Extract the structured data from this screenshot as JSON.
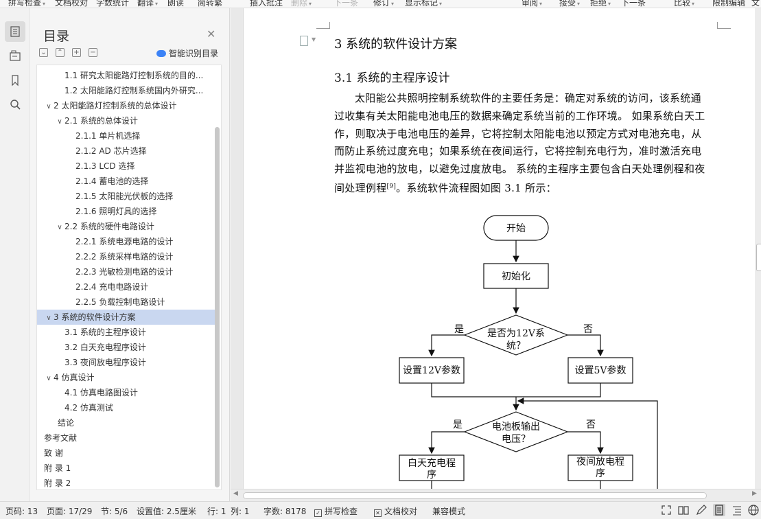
{
  "toolbar": {
    "items": [
      {
        "label": "拼写检查",
        "caret": true,
        "disabled": false
      },
      {
        "label": "文档校对",
        "caret": false,
        "disabled": false
      },
      {
        "label": "字数统计",
        "caret": false,
        "disabled": false
      },
      {
        "label": "翻译",
        "caret": true,
        "disabled": false
      },
      {
        "label": "朗读",
        "caret": false,
        "disabled": false
      },
      {
        "label": "简转繁",
        "caret": false,
        "disabled": false
      },
      {
        "label": "插入批注",
        "caret": false,
        "disabled": false
      },
      {
        "label": "删除",
        "caret": true,
        "disabled": true
      },
      {
        "label": "下一条",
        "caret": false,
        "disabled": true
      },
      {
        "label": "修订",
        "caret": true,
        "disabled": false
      },
      {
        "label": "显示标记",
        "caret": true,
        "disabled": false
      },
      {
        "label": "审阅",
        "caret": true,
        "disabled": false
      },
      {
        "label": "接受",
        "caret": true,
        "disabled": false
      },
      {
        "label": "拒绝",
        "caret": true,
        "disabled": false
      },
      {
        "label": "下一条",
        "caret": false,
        "disabled": false
      },
      {
        "label": "比较",
        "caret": true,
        "disabled": false
      },
      {
        "label": "限制编辑",
        "caret": false,
        "disabled": false
      },
      {
        "label": "文",
        "caret": false,
        "disabled": false
      }
    ]
  },
  "sidebar_icons": [
    "toc-icon",
    "nav-pane-icon",
    "bookmark-icon",
    "search-icon"
  ],
  "toc": {
    "title": "目录",
    "smart_label": "智能识别目录",
    "items": [
      {
        "label": "1.1 研究太阳能路灯控制系统的目的...",
        "level": 2,
        "arrow": ""
      },
      {
        "label": "1.2 太阳能路灯控制系统国内外研究...",
        "level": 2,
        "arrow": ""
      },
      {
        "label": "2 太阳能路灯控制系统的总体设计",
        "level": 1,
        "arrow": "v"
      },
      {
        "label": "2.1  系统的总体设计",
        "level": 2,
        "arrow": "v"
      },
      {
        "label": "2.1.1  单片机选择",
        "level": 3,
        "arrow": ""
      },
      {
        "label": "2.1.2 AD 芯片选择",
        "level": 3,
        "arrow": ""
      },
      {
        "label": "2.1.3 LCD 选择",
        "level": 3,
        "arrow": ""
      },
      {
        "label": "2.1.4  蓄电池的选择",
        "level": 3,
        "arrow": ""
      },
      {
        "label": "2.1.5 太阳能光伏板的选择",
        "level": 3,
        "arrow": ""
      },
      {
        "label": "2.1.6 照明灯具的选择",
        "level": 3,
        "arrow": ""
      },
      {
        "label": "2.2 系统的硬件电路设计",
        "level": 2,
        "arrow": "v"
      },
      {
        "label": "2.2.1 系统电源电路的设计",
        "level": 3,
        "arrow": ""
      },
      {
        "label": "2.2.2 系统采样电路的设计",
        "level": 3,
        "arrow": ""
      },
      {
        "label": "2.2.3 光敏检测电路的设计",
        "level": 3,
        "arrow": ""
      },
      {
        "label": "2.2.4 充电电路设计",
        "level": 3,
        "arrow": ""
      },
      {
        "label": "2.2.5 负载控制电路设计",
        "level": 3,
        "arrow": ""
      },
      {
        "label": "3 系统的软件设计方案",
        "level": 1,
        "arrow": "v",
        "selected": true
      },
      {
        "label": "3.1  系统的主程序设计",
        "level": 2,
        "arrow": ""
      },
      {
        "label": "3.2 白天充电程序设计",
        "level": 2,
        "arrow": ""
      },
      {
        "label": "3.3 夜间放电程序设计",
        "level": 2,
        "arrow": ""
      },
      {
        "label": "4 仿真设计",
        "level": 1,
        "arrow": "v"
      },
      {
        "label": "4.1 仿真电路图设计",
        "level": 2,
        "arrow": ""
      },
      {
        "label": "4.2  仿真测试",
        "level": 2,
        "arrow": ""
      },
      {
        "label": "结论",
        "level": 1.5,
        "arrow": ""
      },
      {
        "label": "参考文献",
        "level": 1,
        "arrow": ""
      },
      {
        "label": "致    谢",
        "level": 1,
        "arrow": ""
      },
      {
        "label": "附    录 1",
        "level": 1,
        "arrow": ""
      },
      {
        "label": "附    录 2",
        "level": 1,
        "arrow": ""
      }
    ]
  },
  "document": {
    "heading1": "3 系统的软件设计方案",
    "heading2": "3.1  系统的主程序设计",
    "para_lines": [
      "太阳能公共照明控制系统软件的主要任务是：确定对系统的访问，该系统通",
      "过收集有关太阳能电池电压的数据来确定系统当前的工作环境。 如果系统白天工",
      "作，则取决于电池电压的差异，它将控制太阳能电池以预定方式对电池充电，从",
      "而防止系统过度充电；如果系统在夜间运行，它将控制充电行为，准时激活充电",
      "并监视电池的放电，以避免过度放电。 系统的主程序主要包含白天处理例程和夜"
    ],
    "para_last_before": "间处理例程",
    "para_cite": "[9]",
    "para_last_after": "。系统软件流程图如图 3.1 所示：",
    "flowchart": {
      "start": "开始",
      "init": "初始化",
      "decision1_line1": "是否为12V系",
      "decision1_line2": "统？",
      "yes1": "是",
      "no1": "否",
      "set12": "设置12V参数",
      "set5": "设置5V参数",
      "decision2_line1": "电池板输出",
      "decision2_line2": "电压？",
      "yes2": "是",
      "no2": "否",
      "day_line1": "白天充电程",
      "day_line2": "序",
      "night_line1": "夜间放电程",
      "night_line2": "序"
    }
  },
  "status": {
    "page_code": "页码: 13",
    "page": "页面: 17/29",
    "section": "节: 5/6",
    "setting": "设置值: 2.5厘米",
    "row": "行: 1",
    "col": "列: 1",
    "wordcount": "字数: 8178",
    "spellcheck": "拼写检查",
    "doccheck": "文档校对",
    "compat": "兼容模式"
  }
}
